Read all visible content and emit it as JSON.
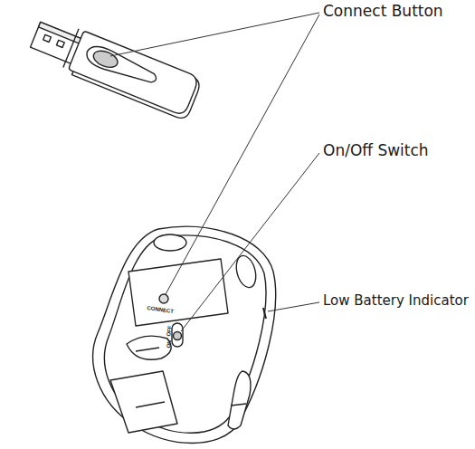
{
  "diagram": {
    "labels": [
      "Connect Button",
      "On/Off Switch",
      "Low Battery Indicator",
      "CONNECT",
      "ON",
      "OFF"
    ]
  }
}
